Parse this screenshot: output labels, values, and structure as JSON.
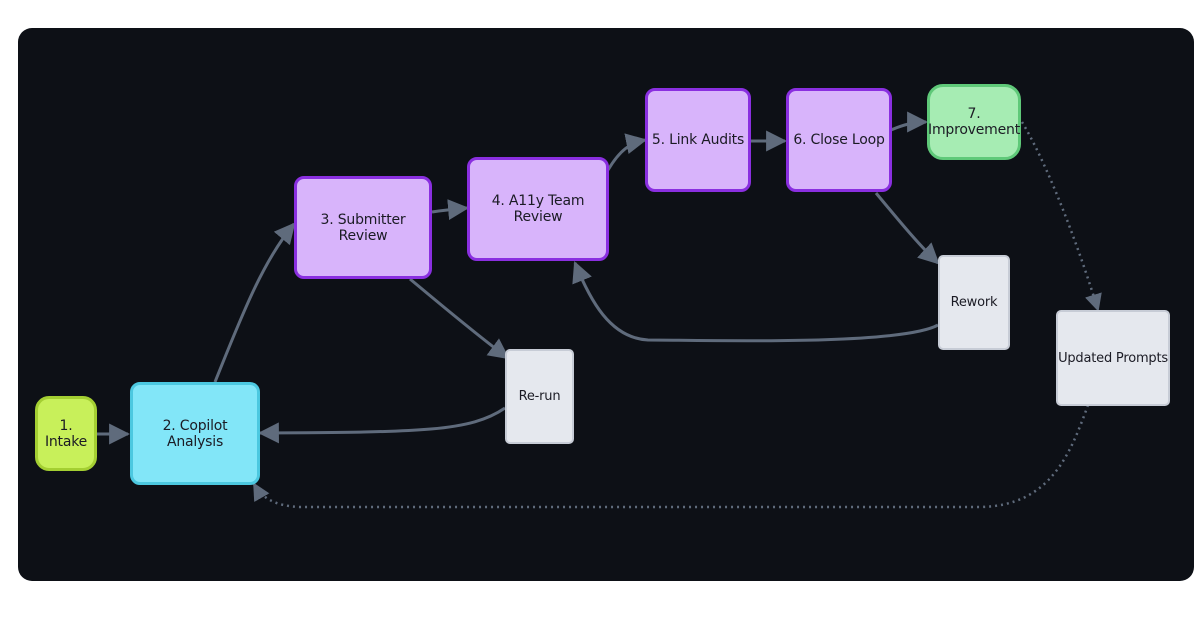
{
  "diagram": {
    "nodes": {
      "intake": "1. Intake",
      "copilot_analysis": "2. Copilot Analysis",
      "submitter_review": "3. Submitter Review",
      "a11y_team_review": "4. A11y Team Review",
      "link_audits": "5. Link Audits",
      "close_loop": "6. Close Loop",
      "improvement": "7. Improvement",
      "rerun": "Re-run",
      "rework": "Rework",
      "updated_prompts": "Updated Prompts"
    },
    "edges": [
      {
        "from": "1. Intake",
        "to": "2. Copilot Analysis"
      },
      {
        "from": "2. Copilot Analysis",
        "to": "3. Submitter Review"
      },
      {
        "from": "3. Submitter Review",
        "to": "4. A11y Team Review"
      },
      {
        "from": "3. Submitter Review",
        "to": "Re-run"
      },
      {
        "from": "Re-run",
        "to": "2. Copilot Analysis"
      },
      {
        "from": "4. A11y Team Review",
        "to": "5. Link Audits"
      },
      {
        "from": "5. Link Audits",
        "to": "6. Close Loop"
      },
      {
        "from": "6. Close Loop",
        "to": "7. Improvement"
      },
      {
        "from": "6. Close Loop",
        "to": "Rework"
      },
      {
        "from": "Rework",
        "to": "4. A11y Team Review"
      },
      {
        "from": "7. Improvement",
        "to": "Updated Prompts",
        "style": "dotted"
      },
      {
        "from": "Updated Prompts",
        "to": "2. Copilot Analysis",
        "style": "dotted"
      }
    ],
    "colors": {
      "background": "#0d1016",
      "edge": "#5f6b7c",
      "start": "#c8f05a",
      "analysis": "#82e6f8",
      "review": "#d8b4fb",
      "review_border": "#8a2fe0",
      "end": "#a6ecb3",
      "loop_node": "#e5e8ee"
    }
  }
}
